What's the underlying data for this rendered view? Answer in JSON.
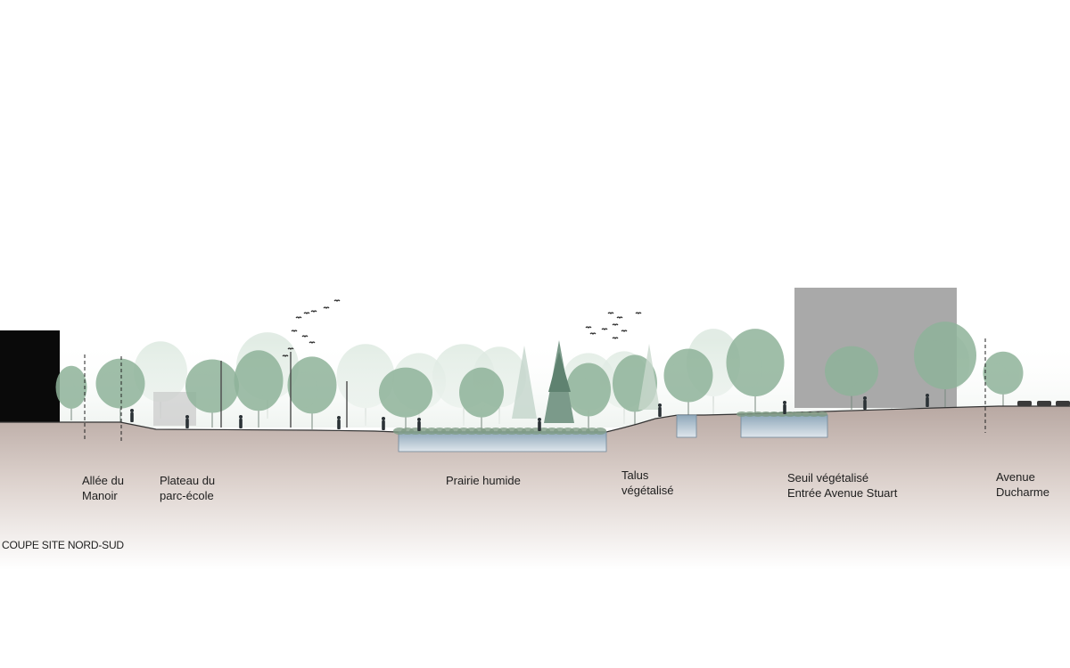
{
  "caption": "COUPE SITE NORD-SUD",
  "zones": [
    {
      "id": "allee-du-manoir",
      "label": "Allée du\nManoir"
    },
    {
      "id": "plateau-du-parc-ecole",
      "label": "Plateau du\nparc-école"
    },
    {
      "id": "prairie-humide",
      "label": "Prairie humide"
    },
    {
      "id": "talus-vegetalise",
      "label": "Talus\nvégétalisé"
    },
    {
      "id": "seuil-vegetalise",
      "label": "Seuil végétalisé\nEntrée Avenue Stuart"
    },
    {
      "id": "avenue-ducharme",
      "label": "Avenue\nDucharme"
    }
  ],
  "colors": {
    "ground_top": "#b7a69f",
    "ground_bottom": "#ffffff",
    "building_dark": "#0a0a0a",
    "building_gray": "#a8a8a8",
    "tree_green": "#6f9b7e",
    "tree_light": "#cfe0d4",
    "water": "#a9bccb"
  }
}
